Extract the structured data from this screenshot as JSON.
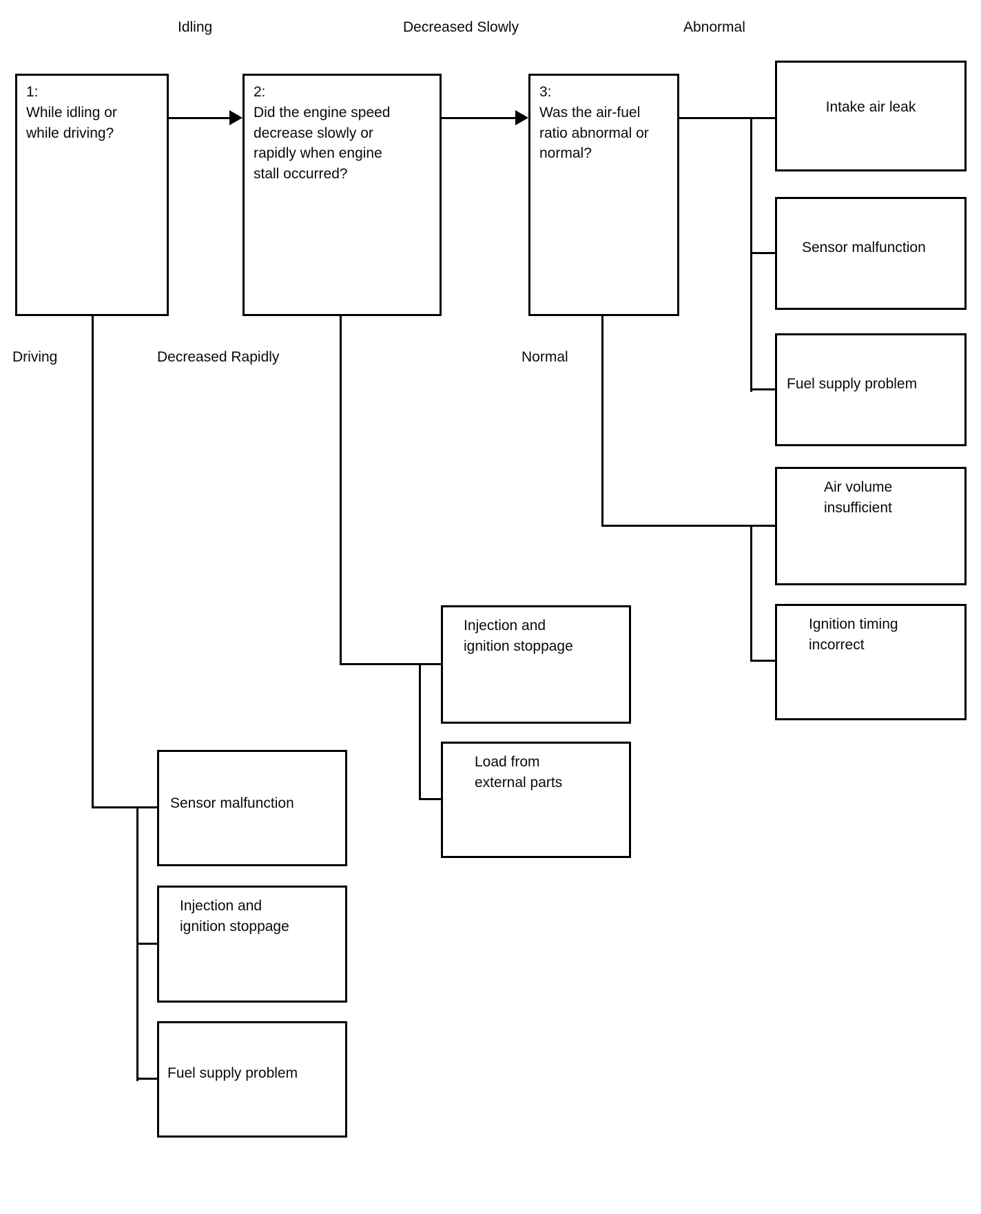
{
  "diagram": {
    "type": "flowchart",
    "background": "#ffffff",
    "line_color": "#000000",
    "text_color": "#0a0a0a",
    "nodes": {
      "q1": {
        "number": "1:",
        "text": "While idling or while driving?"
      },
      "q2": {
        "number": "2:",
        "text": "Did the engine speed decrease slowly or rapidly when engine stall occurred?"
      },
      "q3": {
        "number": "3:",
        "text": "Was the air-fuel ratio abnormal or normal?"
      },
      "intake_air_leak": {
        "text": "Intake air leak"
      },
      "sensor_malfunction_right": {
        "text": "Sensor malfunction"
      },
      "fuel_supply_right": {
        "text": "Fuel supply problem"
      },
      "air_volume_insufficient": {
        "text": "Air volume insufficient"
      },
      "ignition_timing_incorrect": {
        "text": "Ignition timing incorrect"
      },
      "injection_ignition_mid": {
        "text": "Injection and ignition stoppage"
      },
      "load_external_parts": {
        "text": "Load from external parts"
      },
      "sensor_malfunction_left": {
        "text": "Sensor malfunction"
      },
      "injection_ignition_left": {
        "text": "Injection and ignition stoppage"
      },
      "fuel_supply_left": {
        "text": "Fuel supply problem"
      }
    },
    "edge_labels": {
      "idling": "Idling",
      "decreased_slowly": "Decreased Slowly",
      "abnormal": "Abnormal",
      "driving": "Driving",
      "decreased_rapidly": "Decreased Rapidly",
      "normal": "Normal"
    }
  }
}
